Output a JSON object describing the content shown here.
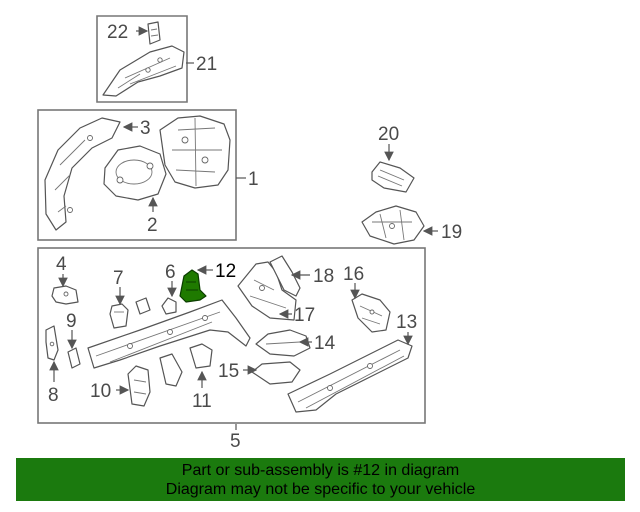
{
  "callouts": {
    "c1": "1",
    "c2": "2",
    "c3": "3",
    "c4": "4",
    "c5": "5",
    "c6": "6",
    "c7": "7",
    "c8": "8",
    "c9": "9",
    "c10": "10",
    "c11": "11",
    "c12": "12",
    "c13": "13",
    "c14": "14",
    "c15": "15",
    "c16": "16",
    "c17": "17",
    "c18": "18",
    "c19": "19",
    "c20": "20",
    "c21": "21",
    "c22": "22"
  },
  "highlight_color": "#1f7a00",
  "banner": {
    "line1": "Part or sub-assembly is #12 in diagram",
    "line2": "Diagram may not be specific to your vehicle",
    "background": "#1b7a0e"
  }
}
